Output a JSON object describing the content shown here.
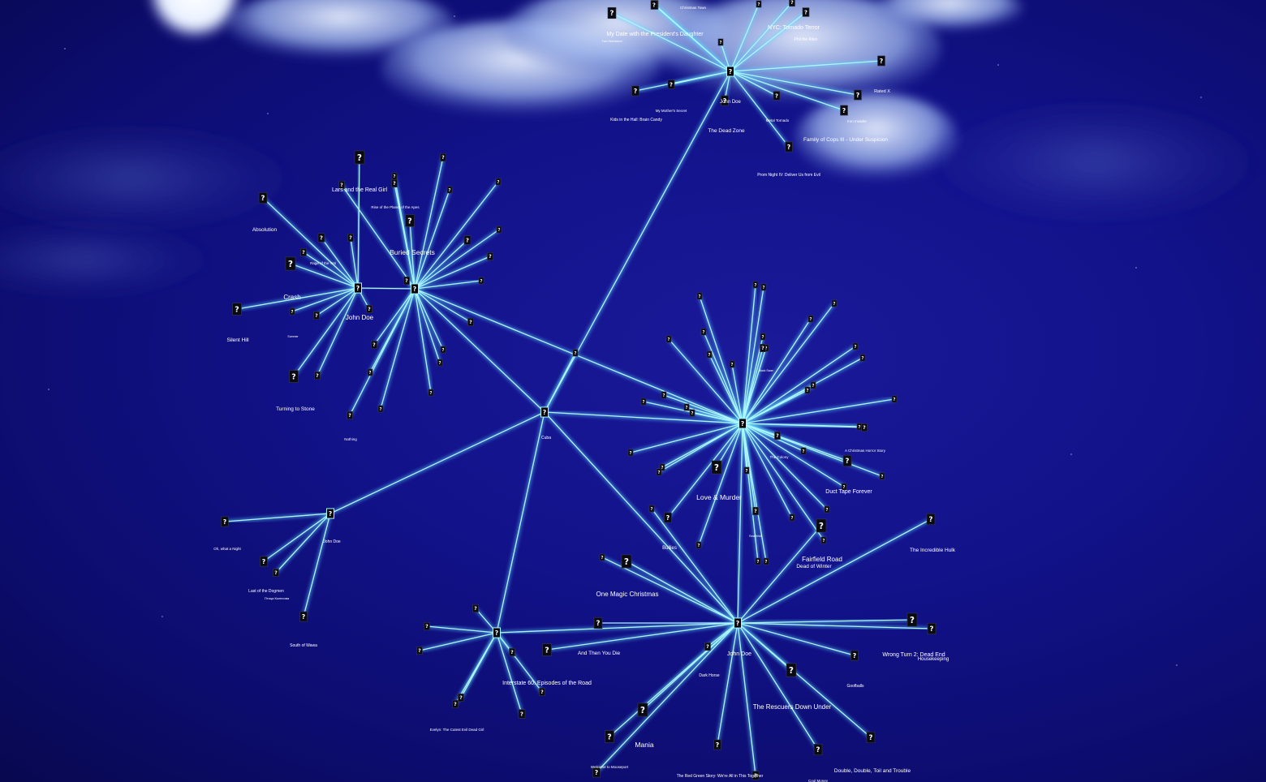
{
  "hubs": [
    {
      "id": "h_top",
      "label": "John Doe"
    },
    {
      "id": "h_left",
      "label": "John Doe"
    },
    {
      "id": "h_left2",
      "label": ""
    },
    {
      "id": "h_mid",
      "label": "Cuba"
    },
    {
      "id": "h_right",
      "label": ""
    },
    {
      "id": "h_bottom",
      "label": "John Doe"
    },
    {
      "id": "h_lowleft",
      "label": "John Doe"
    },
    {
      "id": "h_lowmid",
      "label": ""
    }
  ],
  "movies": [
    {
      "label": "My Date with the President's Daughter",
      "hub": "h_top"
    },
    {
      "label": "Two Weekend",
      "hub": "h_top"
    },
    {
      "label": "Christmas Town",
      "hub": "h_top"
    },
    {
      "label": "NYC: Tornado Terror",
      "hub": "h_top"
    },
    {
      "label": "Phil the Alien",
      "hub": "h_top"
    },
    {
      "label": "Rated X",
      "hub": "h_top"
    },
    {
      "label": "My Mother's Secret",
      "hub": "h_top"
    },
    {
      "label": "Kids in the Hall: Brain Candy",
      "hub": "h_top"
    },
    {
      "label": "The Dead Zone",
      "hub": "h_top"
    },
    {
      "label": "Metal Tornado",
      "hub": "h_top"
    },
    {
      "label": "Iron Invader",
      "hub": "h_top"
    },
    {
      "label": "Family of Cops III - Under Suspicion",
      "hub": "h_top"
    },
    {
      "label": "Prom Night IV: Deliver Us from Evil",
      "hub": "h_top"
    },
    {
      "label": "Lars and the Real Girl",
      "hub": "h_left2"
    },
    {
      "label": "Rise of the Planet of the Apes",
      "hub": "h_left2"
    },
    {
      "label": "Absolution",
      "hub": "h_left"
    },
    {
      "label": "Buried Secrets",
      "hub": "h_left2"
    },
    {
      "label": "Rage of the Yeti",
      "hub": "h_left"
    },
    {
      "label": "Crash",
      "hub": "h_left"
    },
    {
      "label": "Silent Hill",
      "hub": "h_left"
    },
    {
      "label": "Summer",
      "hub": "h_left"
    },
    {
      "label": "Turning to Stone",
      "hub": "h_left"
    },
    {
      "label": "Nothing",
      "hub": "h_left2"
    },
    {
      "label": "Love & Murder",
      "hub": "h_right"
    },
    {
      "label": "A Christmas Horror Story",
      "hub": "h_right"
    },
    {
      "label": "The Colony",
      "hub": "h_right"
    },
    {
      "label": "Duct Tape Forever",
      "hub": "h_right"
    },
    {
      "label": "Black Swan",
      "hub": "h_right"
    },
    {
      "label": "Bullies",
      "hub": "h_right"
    },
    {
      "label": "Sea Wolf",
      "hub": "h_right"
    },
    {
      "label": "Fairfield Road",
      "hub": "h_bottom"
    },
    {
      "label": "Dead of Winter",
      "hub": "h_bottom"
    },
    {
      "label": "The Incredible Hulk",
      "hub": "h_bottom"
    },
    {
      "label": "One Magic Christmas",
      "hub": "h_bottom"
    },
    {
      "label": "And Then You Die",
      "hub": "h_bottom"
    },
    {
      "label": "Wrong Turn 2: Dead End",
      "hub": "h_bottom"
    },
    {
      "label": "Housekeeping",
      "hub": "h_bottom"
    },
    {
      "label": "Goofballs",
      "hub": "h_bottom"
    },
    {
      "label": "Dark Horse",
      "hub": "h_bottom"
    },
    {
      "label": "The Rescuers Down Under",
      "hub": "h_bottom"
    },
    {
      "label": "Mania",
      "hub": "h_bottom"
    },
    {
      "label": "Double, Double, Toil and Trouble",
      "hub": "h_bottom"
    },
    {
      "label": "Welcome to Mooseport",
      "hub": "h_bottom"
    },
    {
      "label": "The Red Green Story: We're All in This Together",
      "hub": "h_bottom"
    },
    {
      "label": "Cool Money",
      "hub": "h_bottom"
    },
    {
      "label": "Oh, what a Night",
      "hub": "h_lowleft"
    },
    {
      "label": "Last of the Dogmen",
      "hub": "h_lowleft"
    },
    {
      "label": "Птица Колесова",
      "hub": "h_lowleft"
    },
    {
      "label": "South of Wawa",
      "hub": "h_lowleft"
    },
    {
      "label": "Interstate 60: Episodes of the Road",
      "hub": "h_lowmid"
    },
    {
      "label": "Evelyn: The Cutest Evil Dead Girl",
      "hub": "h_lowmid"
    }
  ],
  "placeholder_glyph": "?",
  "colors": {
    "edge": "#aef6ff",
    "edge_glow": "#5fd8ff",
    "label": "#ffffff",
    "node_fill": "#0a0a12",
    "sky_dark": "#08084f",
    "sky_mid": "#12128a",
    "cloud": "#cfe2ff"
  }
}
